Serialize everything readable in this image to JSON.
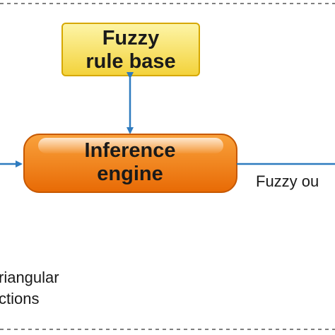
{
  "nodes": {
    "rule_base": {
      "line1": "Fuzzy",
      "line2": "rule base"
    },
    "inference_engine": {
      "line1": "Inference",
      "line2": "engine"
    }
  },
  "edge_labels": {
    "output": "Fuzzy ou"
  },
  "caption": {
    "line1": "riangular",
    "line2": "ctions"
  },
  "colors": {
    "rule_base_fill_top": "#fdf5a8",
    "rule_base_fill_bottom": "#f3d23a",
    "rule_base_border": "#d6a800",
    "engine_fill_top": "#f9a23c",
    "engine_fill_bottom": "#e86a05",
    "engine_border": "#c75800",
    "arrow": "#2e7bbf",
    "frame_dash": "#555555",
    "node_text": "#1a1a1a"
  }
}
